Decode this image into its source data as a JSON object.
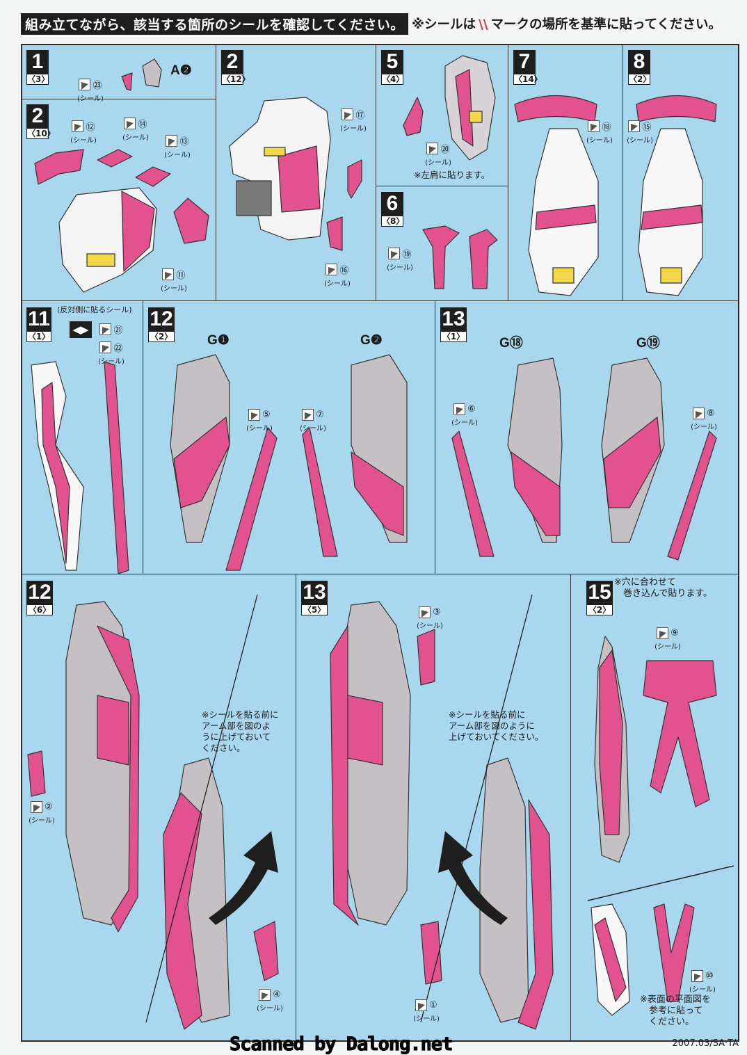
{
  "header": {
    "instruction": "組み立てながら、該当する箇所のシールを確認してください。",
    "note_prefix": "※シールは",
    "note_mark": "\\\\",
    "note_suffix": "マークの場所を基準に貼ってください。"
  },
  "sticker_label": "(シール)",
  "steps": [
    {
      "number": "1",
      "qty": "〈3〉"
    },
    {
      "number": "2",
      "qty": "〈10〉"
    },
    {
      "number": "2",
      "qty": "〈12〉"
    },
    {
      "number": "5",
      "qty": "〈4〉"
    },
    {
      "number": "6",
      "qty": "〈8〉"
    },
    {
      "number": "7",
      "qty": "〈14〉"
    },
    {
      "number": "8",
      "qty": "〈2〉"
    },
    {
      "number": "11",
      "qty": "〈1〉"
    },
    {
      "number": "12",
      "qty": "〈2〉"
    },
    {
      "number": "13",
      "qty": "〈1〉"
    },
    {
      "number": "12",
      "qty": "〈6〉"
    },
    {
      "number": "13",
      "qty": "〈5〉"
    },
    {
      "number": "15",
      "qty": "〈2〉"
    }
  ],
  "stickers": {
    "s1": "①",
    "s2": "②",
    "s3": "③",
    "s4": "④",
    "s5": "⑤",
    "s6": "⑥",
    "s7": "⑦",
    "s8": "⑧",
    "s9": "⑨",
    "s10": "⑩",
    "s11": "⑪",
    "s12": "⑫",
    "s13": "⑬",
    "s14": "⑭",
    "s15": "⑮",
    "s16": "⑯",
    "s17": "⑰",
    "s18": "⑱",
    "s19": "⑲",
    "s20": "⑳",
    "s21": "㉑",
    "s22": "㉒",
    "s23": "㉓"
  },
  "parts": {
    "a2": "A❷",
    "g1": "G❶",
    "g2": "G❷",
    "g18": "G⑱",
    "g19": "G⑲"
  },
  "notes": {
    "left_shoulder": "※左肩に貼ります。",
    "opposite_side": "(反対側に貼るシール)",
    "arm_up_12": "※シールを貼る前に\nアーム部を図のよ\nうに上げておいて\nください。",
    "arm_up_13": "※シールを貼る前に\nアーム部を図のように\n上げておいてください。",
    "wrap_hole": "※穴に合わせて\n　巻き込んで貼ります。",
    "surface_ref": "※表面の平面図を\n　参考に貼って\n　ください。"
  },
  "footer": {
    "watermark": "Scanned by Dalong.net",
    "code": "2007.03/SA·TA"
  },
  "colors": {
    "panel_bg": "#a9d8ee",
    "sticker_pink": "#e2528f",
    "part_gray": "#c4c0c4"
  }
}
